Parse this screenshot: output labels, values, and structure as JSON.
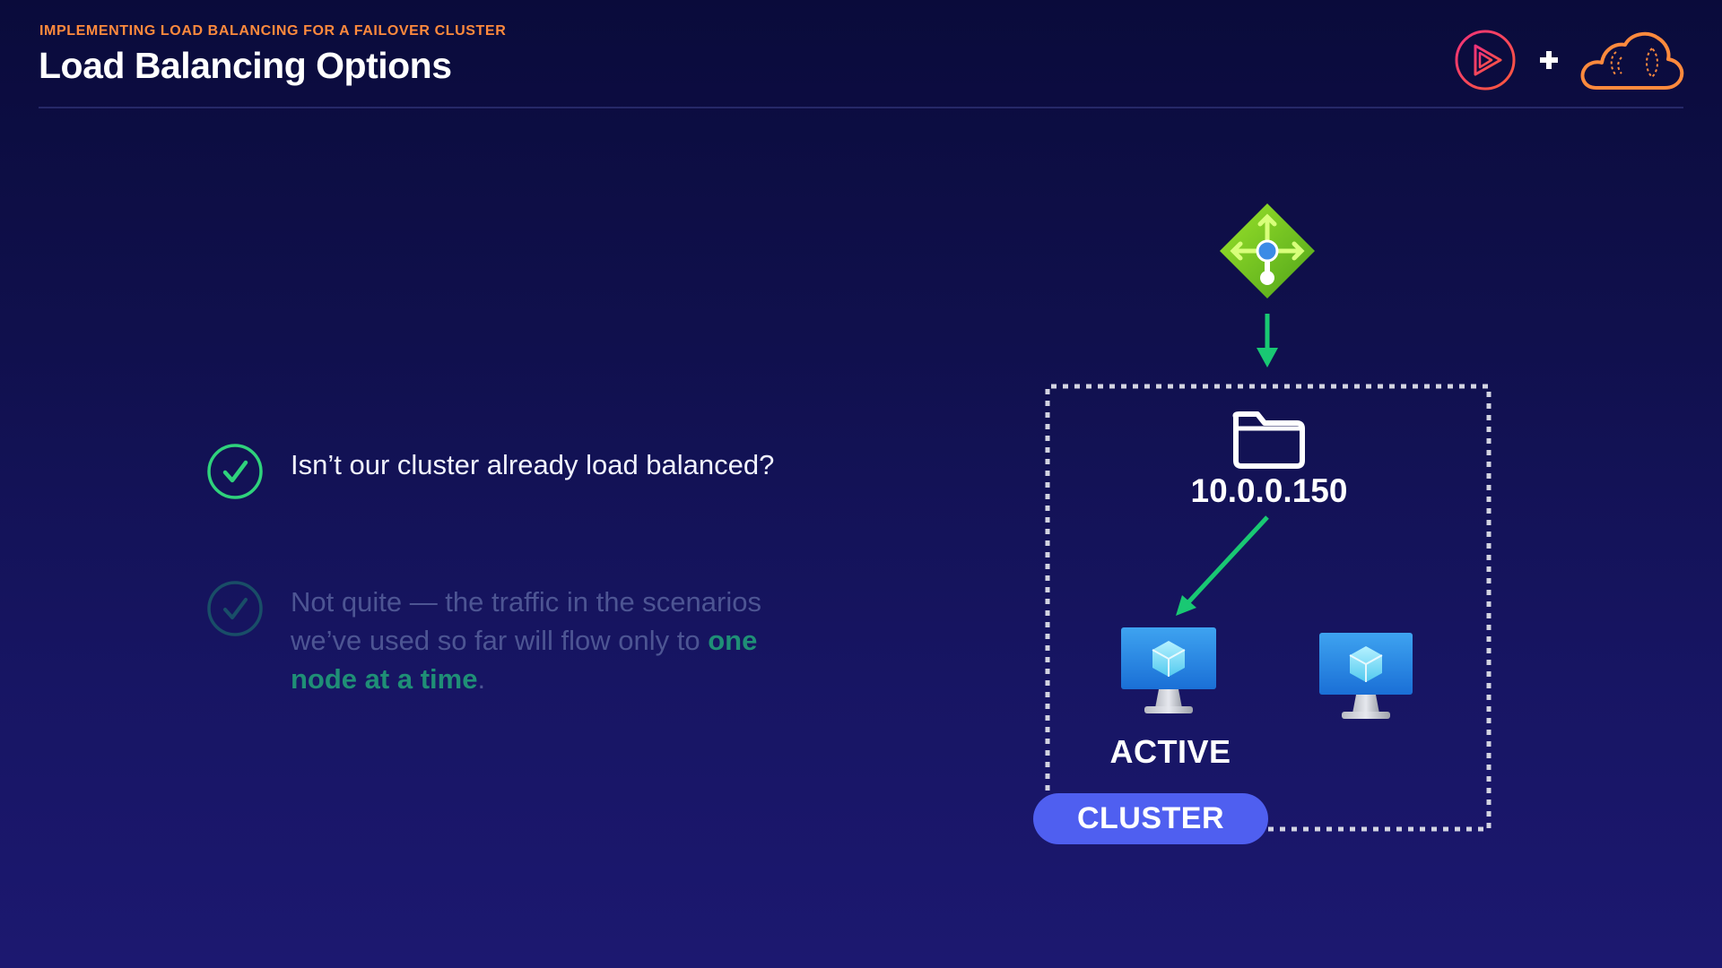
{
  "header": {
    "kicker": "IMPLEMENTING LOAD BALANCING FOR A FAILOVER CLUSTER",
    "title": "Load Balancing Options",
    "plus": "+"
  },
  "bullets": [
    {
      "text": "Isn’t our cluster already load balanced?",
      "state": "active"
    },
    {
      "text_before": "Not quite — the traffic in the scenarios we’ve used so far will flow only to ",
      "highlight": "one node at a time",
      "text_after": ".",
      "state": "dimmed"
    }
  ],
  "diagram": {
    "ip_address": "10.0.0.150",
    "active_label": "ACTIVE",
    "cluster_label": "CLUSTER",
    "icons": [
      "load-balancer-icon",
      "folder-icon",
      "virtual-machine-icon",
      "virtual-machine-icon"
    ]
  },
  "colors": {
    "accent_orange": "#ff8a3d",
    "check_green": "#2fd27c",
    "arrow_green": "#19c873",
    "cluster_badge": "#4f5ff0",
    "highlight_teal": "#1f8f76"
  }
}
